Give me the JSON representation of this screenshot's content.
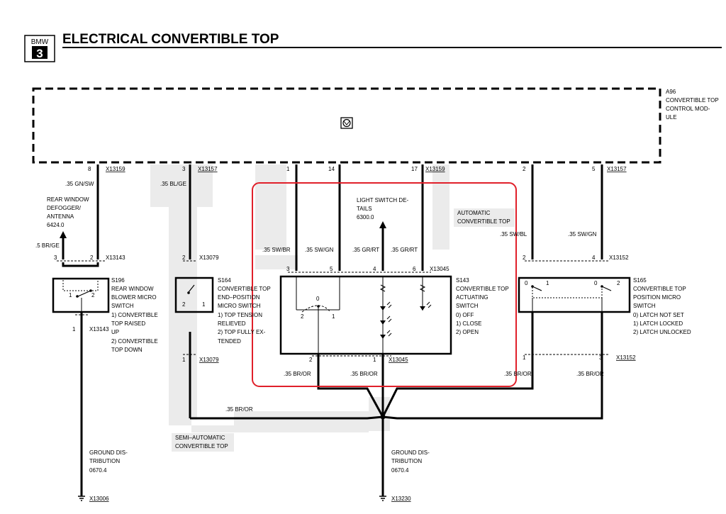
{
  "header": {
    "logo_brand": "BMW",
    "logo_series": "3",
    "title": "ELECTRICAL CONVERTIBLE TOP"
  },
  "module": {
    "label_lines": [
      "A96",
      "CONVERTIBLE TOP",
      "CONTROL MOD-",
      "ULE"
    ]
  },
  "connectors": {
    "c1": "X13159",
    "c2": "X13157",
    "c3": "X13159",
    "c4": "X13157",
    "c5": "X13143",
    "c6": "X13079",
    "c7": "X13045",
    "c8": "X13152",
    "c9": "X13143",
    "c10": "X13079",
    "c11": "X13045",
    "c12": "X13152",
    "c13": "X13006",
    "c14": "X13230"
  },
  "pins": {
    "p8": "8",
    "p3a": "3",
    "p1": "1",
    "p14": "14",
    "p17": "17",
    "p2a": "2",
    "p5a": "5",
    "p3b": "3",
    "p2b": "2",
    "p2c": "2",
    "p3c": "3",
    "p5b": "5",
    "p4a": "4",
    "p6": "6",
    "p2d": "2",
    "p4b": "4",
    "p1a": "1",
    "p1b": "1",
    "p2e": "2",
    "p1c": "1",
    "p1d": "1",
    "p3d": "3",
    "sw_s196_1": "1",
    "sw_s196_2": "2",
    "sw_s164_2": "2",
    "sw_s164_1": "1",
    "sw_s143_0": "0",
    "sw_s143_2": "2",
    "sw_s143_1": "1",
    "sw_s165a_0": "0",
    "sw_s165a_1": "1",
    "sw_s165b_0": "0",
    "sw_s165b_2": "2"
  },
  "wires": {
    "w1": ".35 GN/SW",
    "w2": ".35 BL/GE",
    "w3": ".5 BR/GE",
    "w4": ".35 SW/BR",
    "w5": ".35 SW/GN",
    "w6": ".35 GR/RT",
    "w7": ".35 GR/RT",
    "w8": ".35 SW/BL",
    "w9": ".35 SW/GN",
    "w10": ".35 BR/OR",
    "w11": ".35 BR/OR",
    "w12": ".35 BR/OR",
    "w13": ".35 BR/OR",
    "w14": ".35 BR/OR"
  },
  "labels": {
    "rear_defogger": [
      "REAR WINDOW",
      "DEFOGGER/",
      "ANTENNA",
      "6424.0"
    ],
    "s196": [
      "S196",
      "REAR WINDOW",
      "BLOWER MICRO",
      "SWITCH",
      "1)   CONVERTIBLE",
      "      TOP RAISED",
      "      UP",
      "2)   CONVERTIBLE",
      "      TOP DOWN"
    ],
    "s164": [
      "S164",
      "CONVERTIBLE TOP",
      "END–POSITION",
      "MICRO SWITCH",
      "1)  TOP TENSION",
      "     RELIEVED",
      "2)  TOP FULLY EX-",
      "     TENDED"
    ],
    "light_switch": [
      "LIGHT SWITCH DE-",
      "TAILS",
      "6300.0"
    ],
    "auto_top": [
      "AUTOMATIC",
      "CONVERTIBLE TOP"
    ],
    "s143": [
      "S143",
      "CONVERTIBLE TOP",
      "ACTUATING",
      "SWITCH",
      "0)   OFF",
      "1)   CLOSE",
      "2)   OPEN"
    ],
    "s165": [
      "S165",
      "CONVERTIBLE TOP",
      "POSITION MICRO",
      "SWITCH",
      "0)   LATCH NOT SET",
      "1)   LATCH LOCKED",
      "2)   LATCH UNLOCKED"
    ],
    "semi_auto": [
      "SEMI–AUTOMATIC",
      "CONVERTIBLE TOP"
    ],
    "ground_left": [
      "GROUND DIS-",
      "TRIBUTION",
      "0670.4"
    ],
    "ground_mid": [
      "GROUND DIS-",
      "TRIBUTION",
      "0670.4"
    ]
  },
  "colors": {
    "highlight": "#e0202a",
    "shade": "#ebebeb",
    "line": "#000000"
  }
}
